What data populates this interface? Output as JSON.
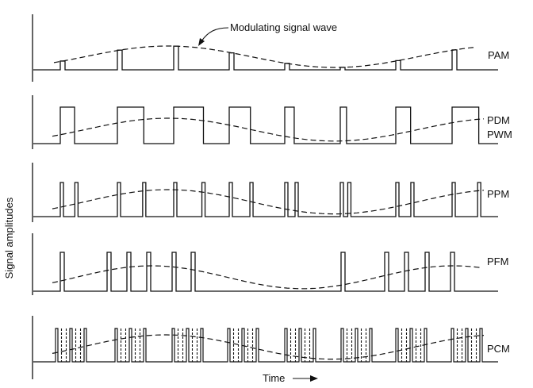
{
  "annotation": "Modulating signal wave",
  "y_axis_label": "Signal amplitudes",
  "x_axis_label": "Time",
  "panels": [
    {
      "label": "PAM"
    },
    {
      "label_line1": "PDM",
      "label_line2": "PWM"
    },
    {
      "label": "PPM"
    },
    {
      "label": "PFM"
    },
    {
      "label": "PCM"
    }
  ],
  "colors": {
    "ink": "#111111",
    "background": "#ffffff"
  }
}
